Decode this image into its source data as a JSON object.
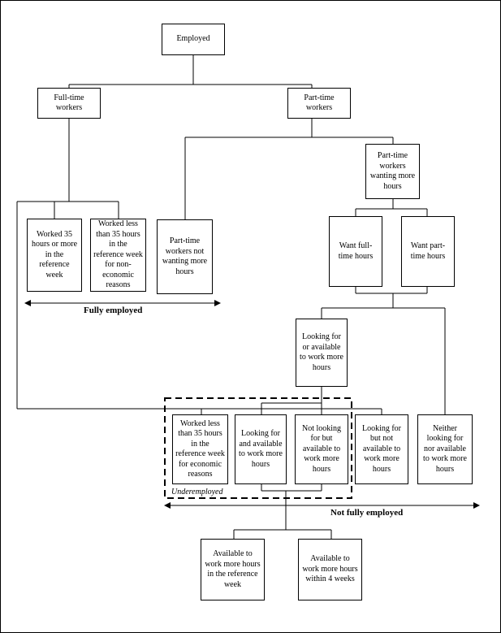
{
  "nodes": {
    "employed": "Employed",
    "full_time": "Full-time workers",
    "part_time": "Part-time workers",
    "pt_wanting_more": "Part-time workers wanting more hours",
    "worked_35_more": "Worked 35 hours or more in the reference week",
    "worked_less_noneconomic": "Worked less than 35 hours in the reference week for non-economic reasons",
    "pt_not_wanting_more": "Part-time workers not wanting more hours",
    "want_full_time": "Want full-time hours",
    "want_part_time": "Want part-time hours",
    "looking_or_available": "Looking for or available to work more hours",
    "worked_less_economic": "Worked less than 35 hours in the reference week for economic reasons",
    "looking_and_available": "Looking for and available to work more hours",
    "not_looking_but_available": "Not looking for but available to work more hours",
    "looking_not_available": "Looking for but not available to work more hours",
    "neither": "Neither looking for nor available to work more hours",
    "available_ref_week": "Available to work more hours in the reference week",
    "available_4_weeks": "Available to work more hours within 4 weeks"
  },
  "labels": {
    "fully_employed": "Fully employed",
    "not_fully_employed": "Not fully employed",
    "underemployed": "Underemployed"
  }
}
